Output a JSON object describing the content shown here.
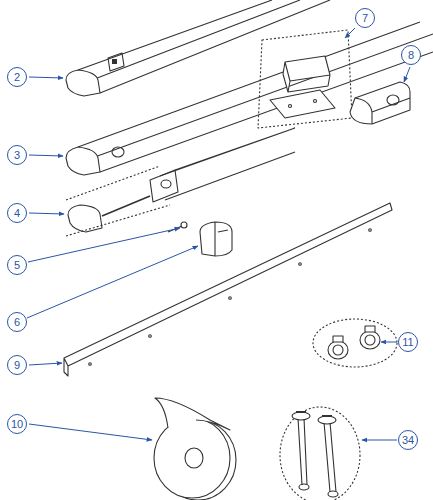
{
  "diagram": {
    "nodes": [
      {
        "text": [
          "2"
        ]
      },
      {
        "text": [
          "3"
        ]
      },
      {
        "text": [
          "7"
        ]
      },
      {
        "text": [
          "8"
        ]
      },
      {
        "text": [
          "4"
        ]
      },
      {
        "text": [
          "5"
        ]
      },
      {
        "text": [
          "6"
        ]
      },
      {
        "text": [
          "9"
        ]
      },
      {
        "text": [
          "11"
        ]
      },
      {
        "text": [
          "10"
        ]
      },
      {
        "text": [
          "34"
        ]
      }
    ]
  }
}
